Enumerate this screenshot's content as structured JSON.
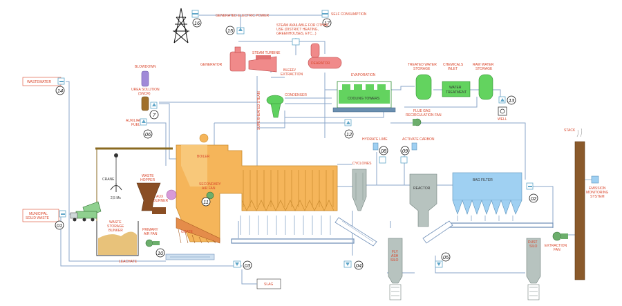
{
  "labels": {
    "generated_power": "GENERATED ELECTRIC POWER",
    "self_consumption": "SELF CONSUMPTION",
    "steam_available": "STEAM AVAILABLE FOR OTHER",
    "steam_available_2": "USE (DISTRICT HEATING,",
    "steam_available_3": "GREENHOUSES, ETC...)",
    "generator": "GENERATOR",
    "steam_turbine": "STEAM TURBINE",
    "bleed": "BLEED/",
    "extraction": "EXTRACTION",
    "deaerator": "DEARATOR",
    "blowdown": "BLOWDOWN",
    "wastewater": "WASTEWATER",
    "urea": "UREA SOLUTION",
    "sncr": "(SNCR)",
    "condenser": "CONDENSER",
    "superheated_steam": "SUPERHEATED STEAM",
    "evaporation": "EVAPORATION",
    "cooling_towers": "COOLING TOWERS",
    "treated_water": "TREATED WATER",
    "treated_water_2": "STORAGE",
    "chemicals": "CHEMICALS",
    "chemicals_2": "INLET",
    "raw_water": "RAW WATER",
    "raw_water_2": "STORAGE",
    "water_treatment": "WATER",
    "water_treatment_2": "TREATMENT",
    "well": "WELL",
    "auxiliary_fuel": "AUXILIARY",
    "auxiliary_fuel_2": "FUEL",
    "flue_gas_fan": "FLUE GAS",
    "flue_gas_fan_2": "RECIRCULATION FAN",
    "boiler": "BOILER",
    "hydrate_lime": "HYDRATE LIME",
    "activate_carbon": "ACTIVATE CARBON",
    "cyclones": "CYCLONES",
    "crane": "CRANE",
    "crane_capacity": "2,5 Mc",
    "waste_hopper": "WASTE",
    "waste_hopper_2": "HOPPER",
    "aux_burner": "AUX",
    "aux_burner_2": "BURNER",
    "secondary_air_fan": "SECONDARY",
    "secondary_air_fan_2": "AIR FAN",
    "reactor": "REACTOR",
    "bag_filter": "BAG FILTER",
    "stack": "STACK",
    "emission_monitoring": "EMISSION",
    "emission_monitoring_2": "MONITORING",
    "emission_monitoring_3": "SYSTEM",
    "municipal_waste": "MUNICIPAL",
    "municipal_waste_2": "SOLID WASTE",
    "waste_storage": "WASTE",
    "waste_storage_2": "STORAGE",
    "waste_storage_3": "BUNKER",
    "primary_air_fan": "PRIMARY",
    "primary_air_fan_2": "AIR FAN",
    "grate": "GRATE",
    "leachate": "LEACHATE",
    "slag": "SLAG",
    "fly_ash_silo": "FLY",
    "fly_ash_silo_2": "ASH",
    "fly_ash_silo_3": "SILO",
    "dust_silo": "DUST",
    "dust_silo_2": "SILO",
    "extraction_fan": "EXTRACTION",
    "extraction_fan_2": "FAN"
  },
  "markers": {
    "m01": "01",
    "m02": "02",
    "m03": "03",
    "m04": "04",
    "m05": "05",
    "m06": "06",
    "m07": "7",
    "m08": "08",
    "m09": "09",
    "m10": "10",
    "m11": "11",
    "m12": "12",
    "m13": "13",
    "m14": "14",
    "m15": "15",
    "m16": "16",
    "m17": "17"
  },
  "colors": {
    "boiler": "#f5b55a",
    "cooling": "#63d35f",
    "filter": "#9fd0f2",
    "gray_equipment": "#b7c3bf",
    "label": "#d9462b",
    "pipe": "#8aa6c8",
    "stack": "#8a5a2b"
  },
  "icons": [
    "transmission-tower-icon",
    "crane-hook-icon",
    "dump-truck-icon",
    "fan-icon",
    "well-icon"
  ]
}
